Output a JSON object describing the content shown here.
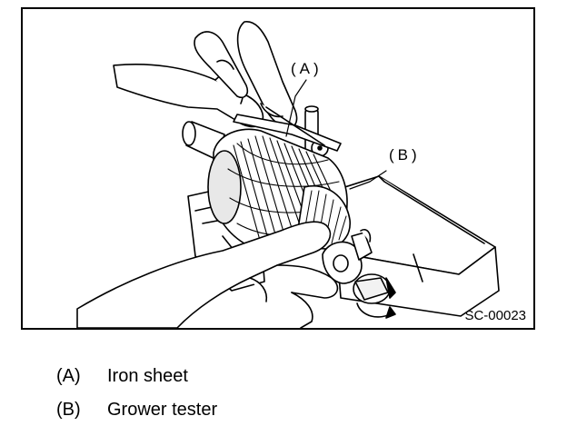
{
  "figure": {
    "callout_a": "(A)",
    "callout_b": "(B)",
    "code": "SC-00023"
  },
  "legend": [
    {
      "key": "(A)",
      "text": "Iron sheet"
    },
    {
      "key": "(B)",
      "text": "Grower tester"
    }
  ]
}
